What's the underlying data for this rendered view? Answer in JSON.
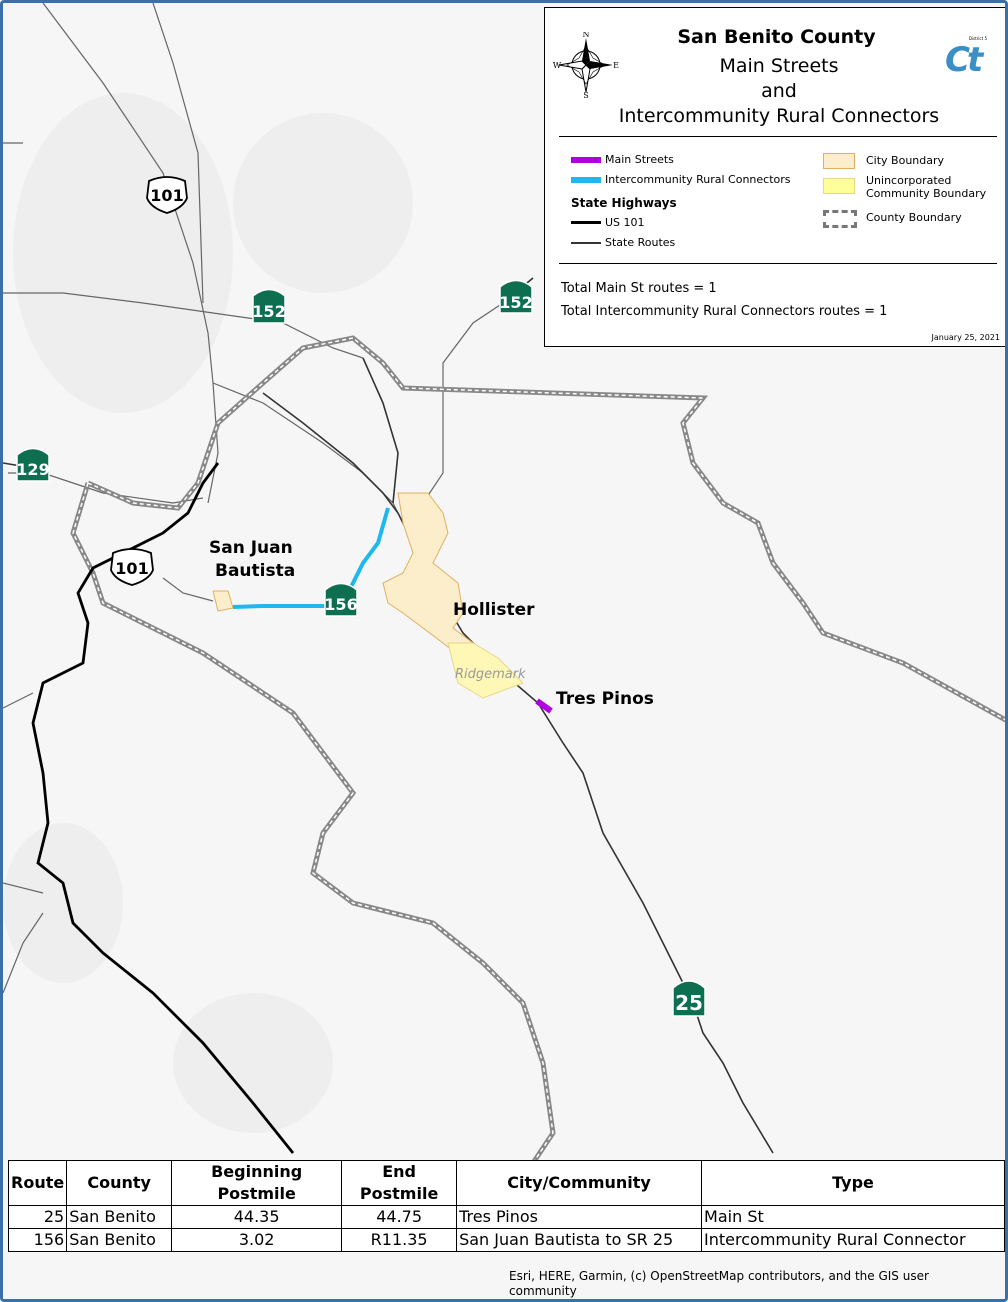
{
  "title": {
    "county": "San Benito County",
    "line2": "Main Streets",
    "line3": "and",
    "line4": "Intercommunity Rural Connectors"
  },
  "compass": {
    "n": "N",
    "s": "S",
    "e": "E",
    "w": "W"
  },
  "logo": {
    "district": "District 5",
    "mark": "Ct"
  },
  "legend": {
    "main_streets": "Main Streets",
    "rural_connectors": "Intercommunity Rural Connectors",
    "state_highways_heading": "State Highways",
    "us101": "US 101",
    "state_routes": "State Routes",
    "city_boundary": "City Boundary",
    "unincorporated": "Unincorporated Community Boundary",
    "county_boundary": "County Boundary"
  },
  "totals": {
    "main_st": "Total Main St routes = 1",
    "rural": "Total Intercommunity Rural Connectors routes = 1"
  },
  "date": "January 25, 2021",
  "places": {
    "san_juan_1": "San Juan",
    "san_juan_2": "Bautista",
    "hollister": "Hollister",
    "ridgemark": "Ridgemark",
    "tres_pinos": "Tres Pinos"
  },
  "shields": {
    "us101_a": "101",
    "us101_b": "101",
    "sr152_a": "152",
    "sr152_b": "152",
    "sr129": "129",
    "sr156": "156",
    "sr25": "25"
  },
  "colors": {
    "main_streets": "#b000e0",
    "rural_connectors": "#1fb8ee",
    "city_boundary": "#fdeecb",
    "unincorporated": "#ffff99",
    "shield_green": "#0d6e50",
    "caltrans_blue": "#3a8fc4"
  },
  "table": {
    "headers": [
      "Route",
      "County",
      "Beginning Postmile",
      "End Postmile",
      "City/Community",
      "Type"
    ],
    "rows": [
      [
        "25",
        "San Benito",
        "44.35",
        "44.75",
        "Tres Pinos",
        "Main St"
      ],
      [
        "156",
        "San Benito",
        "3.02",
        "R11.35",
        "San Juan Bautista to SR 25",
        "Intercommunity Rural Connector"
      ]
    ]
  },
  "credits": "Esri, HERE, Garmin, (c) OpenStreetMap contributors, and the GIS user community"
}
